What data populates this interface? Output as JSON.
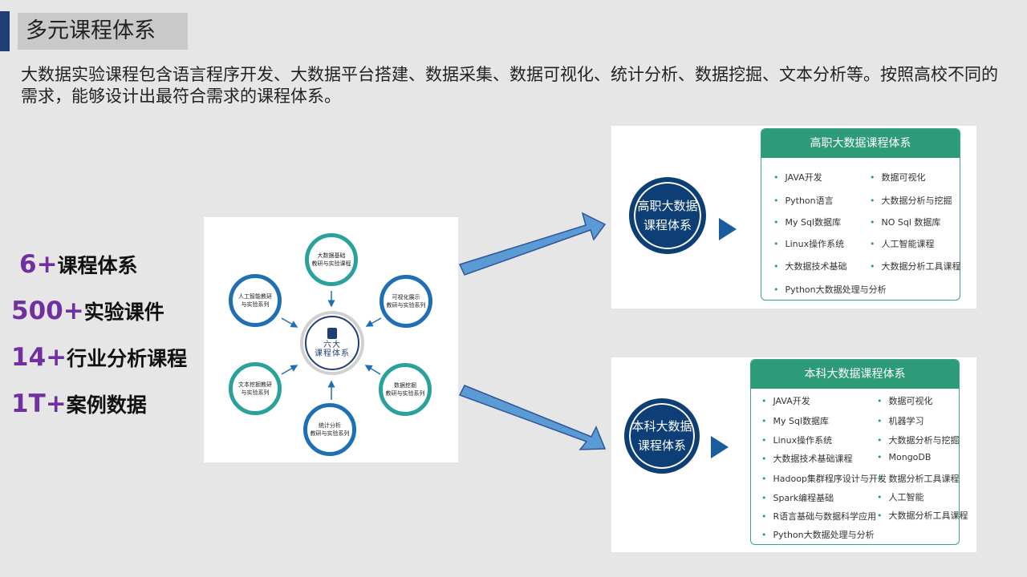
{
  "title": "多元课程体系",
  "intro": "大数据实验课程包含语言程序开发、大数据平台搭建、数据采集、数据可视化、统计分析、数据挖掘、文本分析等。按照高校不同的需求，能够设计出最符合需求的课程体系。",
  "stats": [
    {
      "num": "6+",
      "label": "课程体系"
    },
    {
      "num": "500+",
      "label": "实验课件"
    },
    {
      "num": "14+",
      "label": "行业分析课程"
    },
    {
      "num": "1T+",
      "label": "案例数据"
    }
  ],
  "diagram": {
    "center": [
      "六大",
      "课程体系"
    ],
    "nodes": [
      [
        "大数据基础",
        "教研与实验课程"
      ],
      [
        "可视化展示",
        "教研与实验系列"
      ],
      [
        "数据挖掘",
        "教研与实验系列"
      ],
      [
        "统计分析",
        "教研与实验系列"
      ],
      [
        "文本挖掘教研",
        "与实验系列"
      ],
      [
        "人工智能教研",
        "与实验系列"
      ]
    ]
  },
  "vocational": {
    "circle": [
      "高职大数据",
      "课程体系"
    ],
    "header": "高职大数据课程体系",
    "left": [
      "JAVA开发",
      "Python语言",
      "My Sql数据库",
      "Linux操作系统",
      "大数据技术基础",
      "Python大数据处理与分析"
    ],
    "right": [
      "数据可视化",
      "大数据分析与挖掘",
      "NO Sql 数据库",
      "人工智能课程",
      "大数据分析工具课程"
    ]
  },
  "undergrad": {
    "circle": [
      "本科大数据",
      "课程体系"
    ],
    "header": "本科大数据课程体系",
    "left": [
      "JAVA开发",
      "My Sql数据库",
      "Linux操作系统",
      "大数据技术基础课程",
      "Hadoop集群程序设计与开发",
      "Spark编程基础",
      "R语言基础与数据科学应用",
      "Python大数据处理与分析"
    ],
    "right": [
      "数据可视化",
      "机器学习",
      "大数据分析与挖掘",
      "MongoDB",
      "数据分析工具课程",
      "人工智能",
      "大数据分析工具课程"
    ]
  },
  "colors": {
    "accent": "#1f3f74",
    "purple": "#7030a0",
    "teal": "#2d9b78",
    "navy": "#0d3f76"
  }
}
